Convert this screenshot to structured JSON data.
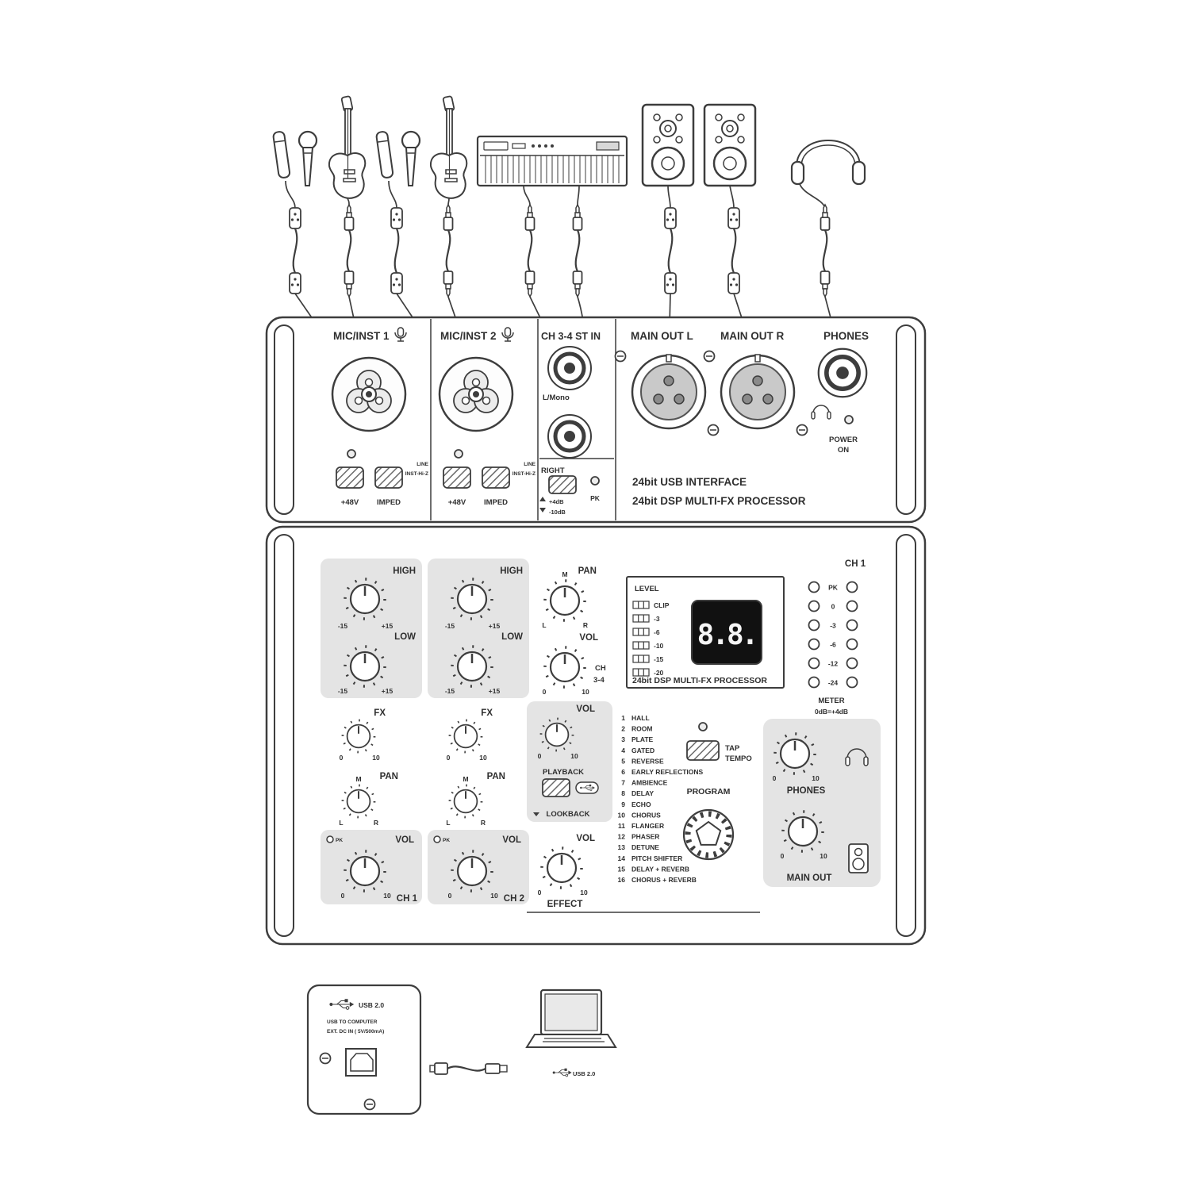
{
  "colors": {
    "line": "#3d3d3d",
    "panel": "#ffffff",
    "section_gray": "#e4e4e4",
    "display_bg": "#111111",
    "display_text": "#f5f5f5"
  },
  "top": {
    "mic1": "MIC/INST 1",
    "mic2": "MIC/INST 2",
    "stin": "CH 3-4 ST IN",
    "lmono": "L/Mono",
    "right": "RIGHT",
    "pad_up": "+4dB",
    "pad_down": "-10dB",
    "pk": "PK",
    "outl": "MAIN OUT L",
    "outr": "MAIN OUT R",
    "phones": "PHONES",
    "power1": "POWER",
    "power2": "ON",
    "p48": "+48V",
    "imped": "IMPED",
    "line": "LINE",
    "instz": "INST-Hi-Z",
    "spec1": "24bit USB INTERFACE",
    "spec2": "24bit DSP MULTI-FX PROCESSOR"
  },
  "labels": {
    "high": "HIGH",
    "low": "LOW",
    "fx": "FX",
    "pan": "PAN",
    "vol": "VOL",
    "eq_min": "-15",
    "eq_max": "+15",
    "zero": "0",
    "ten": "10",
    "l": "L",
    "r": "R",
    "m": "M",
    "pk": "PK",
    "ch1": "CH 1",
    "ch2": "CH 2",
    "ch34a": "CH",
    "ch34b": "3-4",
    "playback": "PLAYBACK",
    "lookback": "LOOKBACK",
    "effect": "EFFECT",
    "level": "LEVEL",
    "display": "8.8.",
    "dsp": "24bit DSP MULTI-FX PROCESSOR",
    "tap1": "TAP",
    "tap2": "TEMPO",
    "program": "PROGRAM",
    "meter_ch": "CH 1",
    "meter": "METER",
    "meter_ref": "0dB=+4dB",
    "phones": "PHONES",
    "main_out": "MAIN OUT"
  },
  "level_meter": [
    "CLIP",
    "-3",
    "-6",
    "-10",
    "-15",
    "-20"
  ],
  "ch_meter": [
    "PK",
    "0",
    "-3",
    "-6",
    "-12",
    "-24"
  ],
  "effects": [
    {
      "n": "1",
      "name": "HALL"
    },
    {
      "n": "2",
      "name": "ROOM"
    },
    {
      "n": "3",
      "name": "PLATE"
    },
    {
      "n": "4",
      "name": "GATED"
    },
    {
      "n": "5",
      "name": "REVERSE"
    },
    {
      "n": "6",
      "name": "EARLY REFLECTIONS"
    },
    {
      "n": "7",
      "name": "AMBIENCE"
    },
    {
      "n": "8",
      "name": "DELAY"
    },
    {
      "n": "9",
      "name": "ECHO"
    },
    {
      "n": "10",
      "name": "CHORUS"
    },
    {
      "n": "11",
      "name": "FLANGER"
    },
    {
      "n": "12",
      "name": "PHASER"
    },
    {
      "n": "13",
      "name": "DETUNE"
    },
    {
      "n": "14",
      "name": "PITCH SHIFTER"
    },
    {
      "n": "15",
      "name": "DELAY + REVERB"
    },
    {
      "n": "16",
      "name": "CHORUS + REVERB"
    }
  ],
  "usb": {
    "usb20": "USB 2.0",
    "to_computer": "USB TO COMPUTER",
    "dc_in": "EXT. DC IN ( 5V/500mA)",
    "laptop_usb": "USB 2.0"
  }
}
